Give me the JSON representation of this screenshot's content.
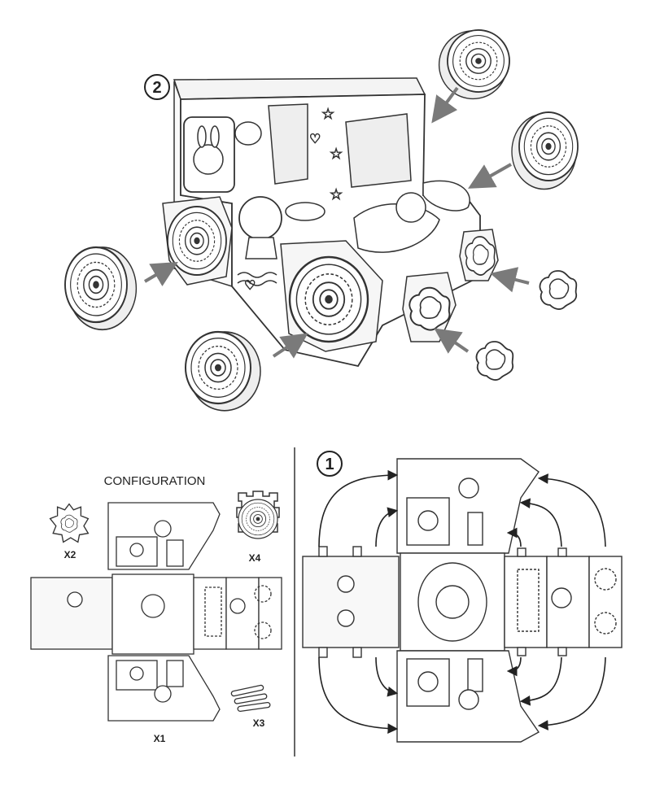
{
  "steps": {
    "step2": "2",
    "step1": "1"
  },
  "configuration": {
    "title": "CONFIGURATION",
    "items": [
      {
        "id": "x1",
        "label": "X1",
        "depicts": "unfolded cardboard car body"
      },
      {
        "id": "x2",
        "label": "X2",
        "depicts": "small flower-shaped pieces"
      },
      {
        "id": "x3",
        "label": "X3",
        "depicts": "color markers"
      },
      {
        "id": "x4",
        "label": "X4",
        "depicts": "gear-shaped wheels"
      }
    ]
  },
  "colors": {
    "line": "#333333",
    "arrow": "#7a7a7a",
    "paper": "#ffffff",
    "shade": "#f2f2f2"
  }
}
